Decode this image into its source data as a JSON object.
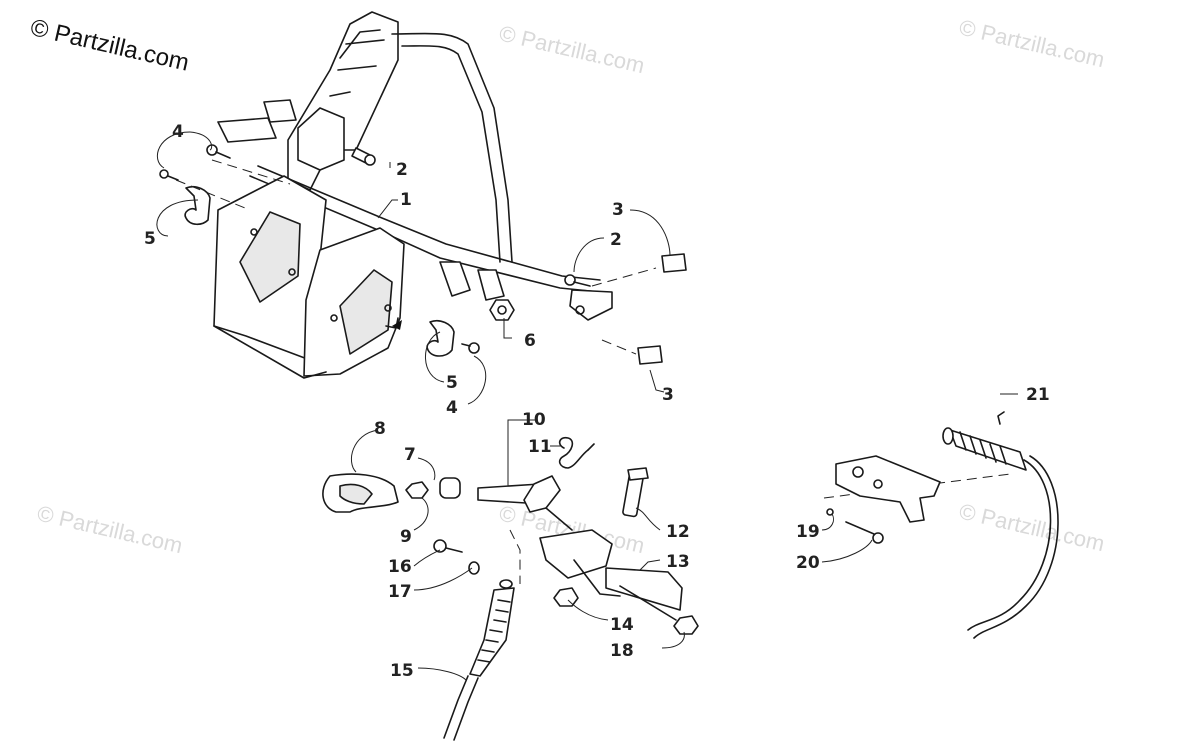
{
  "watermark_main": "© Partzilla.com",
  "watermark_faint": "© Partzilla.com",
  "callouts": [
    "1",
    "2",
    "3",
    "4",
    "5",
    "6",
    "7",
    "8",
    "9",
    "10",
    "11",
    "12",
    "13",
    "14",
    "15",
    "16",
    "17",
    "18",
    "19",
    "20",
    "21"
  ],
  "extra_callouts": {
    "c2b": "2",
    "c3b": "3",
    "c4b": "4",
    "c5b": "5"
  }
}
